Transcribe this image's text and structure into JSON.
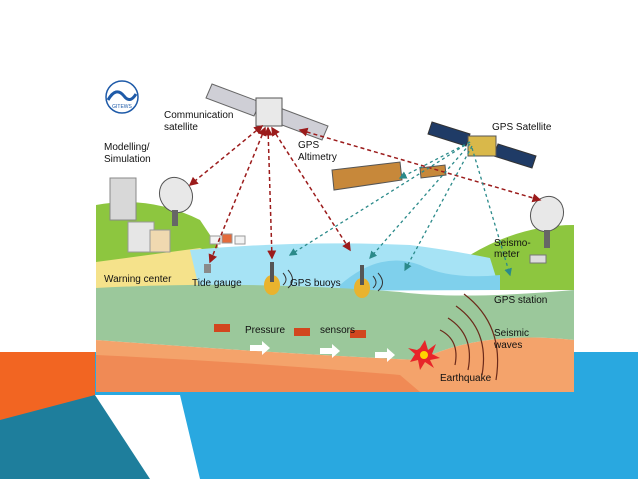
{
  "logo": {
    "text": "GITEWS"
  },
  "labels": {
    "communication_satellite": [
      "Communication",
      "satellite"
    ],
    "gps_satellite": "GPS Satellite",
    "modelling": [
      "Modelling/",
      "Simulation"
    ],
    "gps_altimetry": [
      "GPS",
      "Altimetry"
    ],
    "seismometer": [
      "Seismo-",
      "meter"
    ],
    "warning_center": "Warning center",
    "tide_gauge": "Tide gauge",
    "gps_buoys": "GPS buoys",
    "gps_station": "GPS station",
    "pressure": "Pressure",
    "sensors": "sensors",
    "seismic_waves": [
      "Seismic",
      "waves"
    ],
    "earthquake": "Earthquake"
  },
  "colors": {
    "corner_orange": "#f26522",
    "corner_blue": "#29a8e0",
    "corner_teal": "#1e7e9c",
    "sky": "#ffffff",
    "land_green": "#8dc63f",
    "sea": "#a6e3f5",
    "crust_green": "#9bc89b",
    "mantle_orange": "#f4a36b",
    "link_red": "#9b1b1b",
    "link_teal": "#2b8a8a"
  }
}
